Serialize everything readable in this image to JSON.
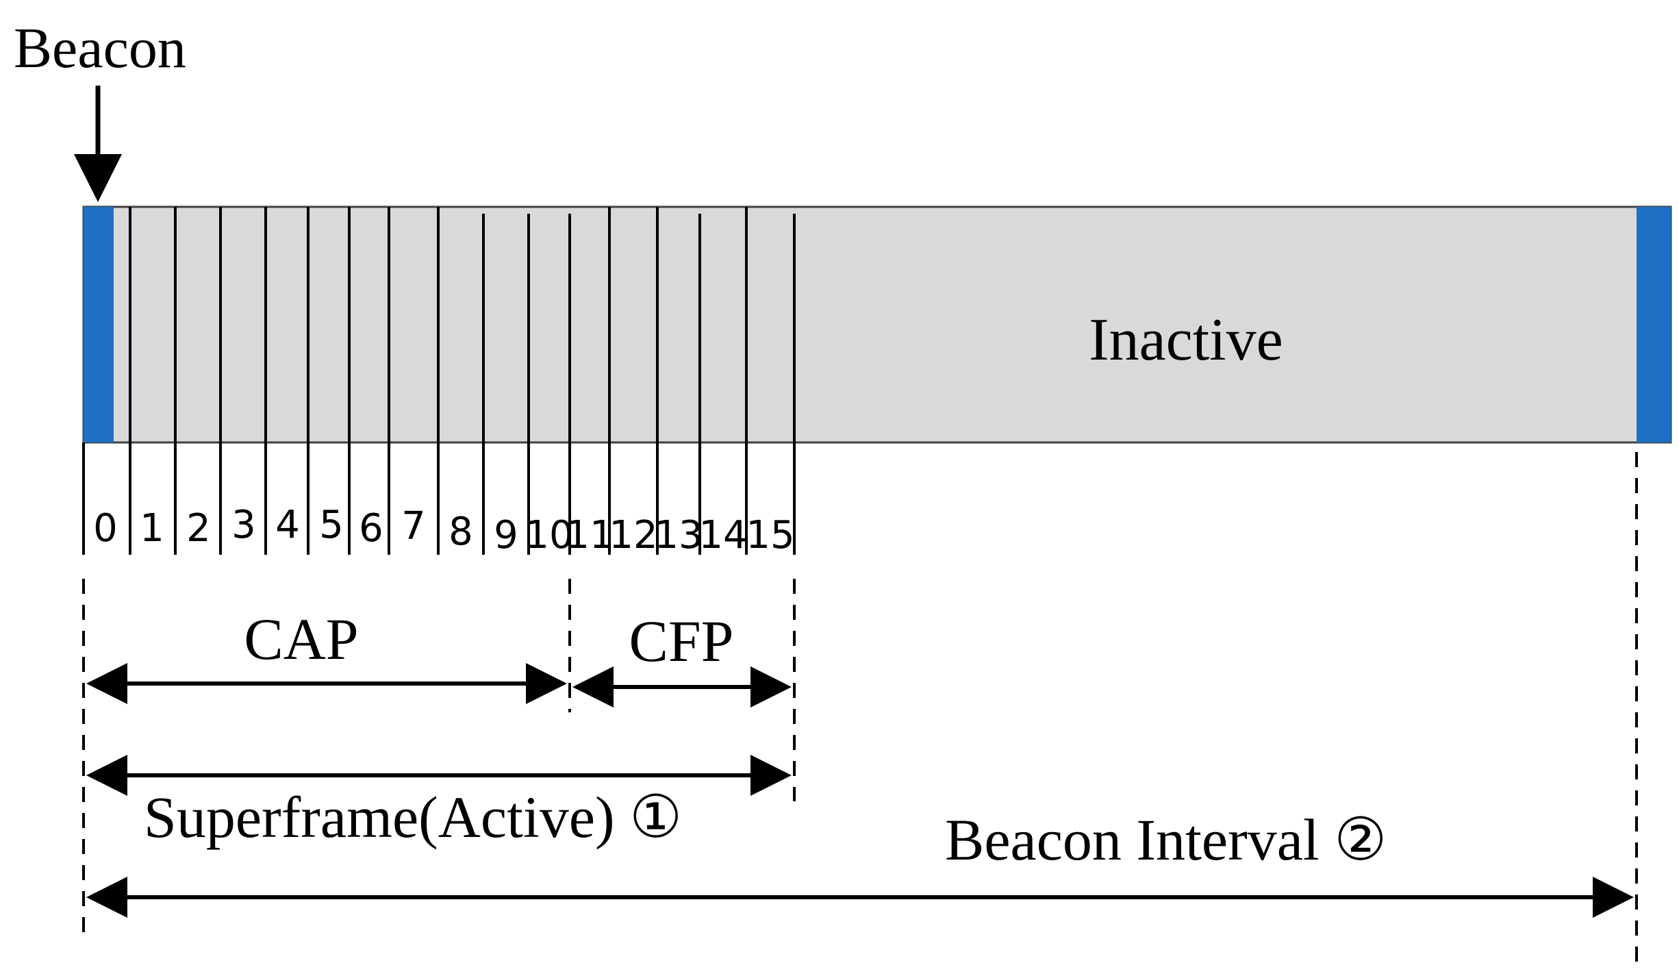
{
  "labels": {
    "beacon": "Beacon",
    "inactive": "Inactive",
    "cap": "CAP",
    "cfp": "CFP",
    "superframe": "Superframe(Active) ①",
    "beacon_interval": "Beacon Interval ②"
  },
  "slots": [
    "0",
    "1",
    "2",
    "3",
    "4",
    "5",
    "6",
    "7",
    "8",
    "9",
    "10",
    "11",
    "12",
    "13",
    "14",
    "15"
  ],
  "colors": {
    "beacon_block": "#1f6fc5",
    "frame_fill": "#d9d9d9",
    "line": "#000000"
  }
}
